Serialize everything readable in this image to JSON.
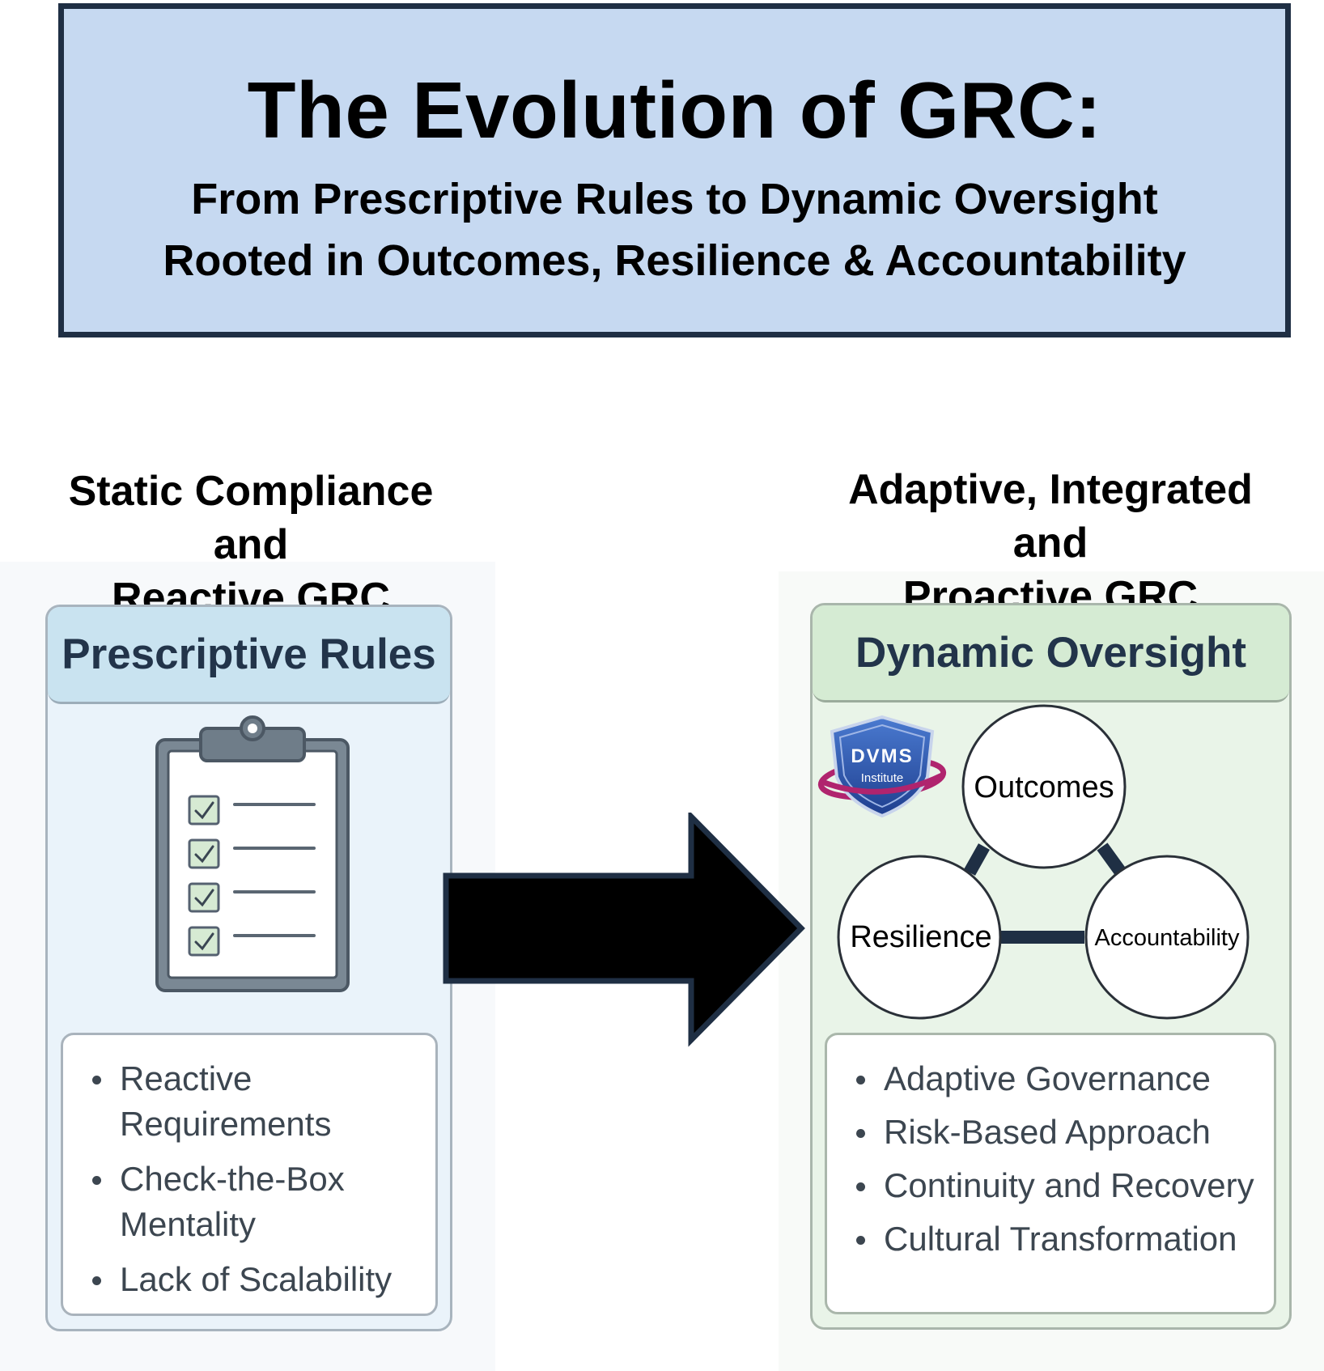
{
  "banner": {
    "title": "The Evolution of GRC:",
    "subtitle_line1": "From Prescriptive Rules to Dynamic Oversight",
    "subtitle_line2": "Rooted in Outcomes, Resilience & Accountability"
  },
  "left_column": {
    "heading_line1": "Static Compliance and",
    "heading_line2": "Reactive GRC",
    "panel_title": "Prescriptive Rules",
    "icon": "clipboard-checklist-icon",
    "items": [
      "Reactive Requirements",
      "Check-the-Box Mentality",
      "Lack of Scalability"
    ]
  },
  "right_column": {
    "heading_line1": "Adaptive, Integrated and",
    "heading_line2": "Proactive GRC",
    "panel_title": "Dynamic Oversight",
    "logo": {
      "line1": "DVMS",
      "line2": "Institute"
    },
    "circles": [
      "Outcomes",
      "Resilience",
      "Accountability"
    ],
    "items": [
      "Adaptive Governance",
      "Risk-Based Approach",
      "Continuity and Recovery",
      "Cultural Transformation"
    ]
  },
  "arrow": {
    "icon": "right-arrow-icon",
    "color": "#000000",
    "outline": "#1f2f44"
  },
  "colors": {
    "banner_bg": "#c6d9f1",
    "banner_border": "#1f2f44",
    "left_panel_header": "#c9e3f0",
    "right_panel_header": "#d5ebd3",
    "panel_title_text": "#22344a"
  }
}
